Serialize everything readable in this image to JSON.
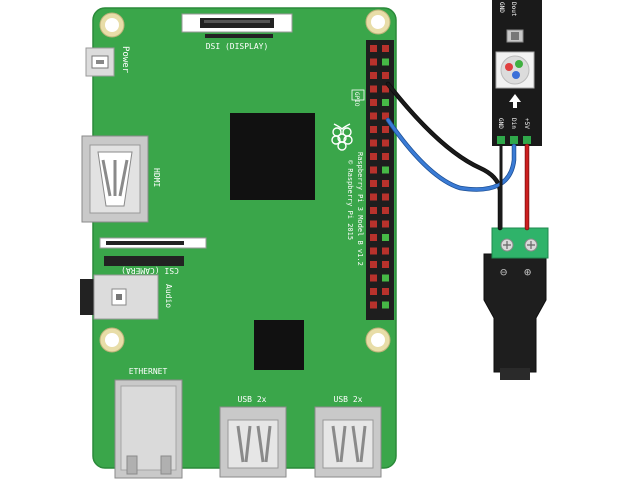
{
  "board": {
    "power_label": "Power",
    "dsi_label": "DSI (DISPLAY)",
    "hdmi_label": "HDMI",
    "csi_label": "CSI (CAMERA)",
    "audio_label": "Audio",
    "ethernet_label": "ETHERNET",
    "usb_left_label": "USB 2x",
    "usb_right_label": "USB 2x",
    "gpio_label": "GPIO",
    "model_label": "Raspberry Pi 3 Model B v1.2",
    "copyright_label": "© Raspberry Pi 2015"
  },
  "strip": {
    "pin_gnd": "GND",
    "pin_din": "Din",
    "pin_5v": "+5V",
    "top_gnd": "GND",
    "top_dout": "Dout"
  },
  "jack": {
    "minus": "⊖",
    "plus": "⊕"
  },
  "colors": {
    "board": "#3aa64a",
    "board_edge": "#2b8a3a",
    "chip": "#111111",
    "strip": "#1a1a1a",
    "wire_black": "#1a1a1a",
    "wire_blue": "#3a7bd5",
    "wire_red": "#cc1f1f",
    "terminal": "#2fb36a"
  }
}
